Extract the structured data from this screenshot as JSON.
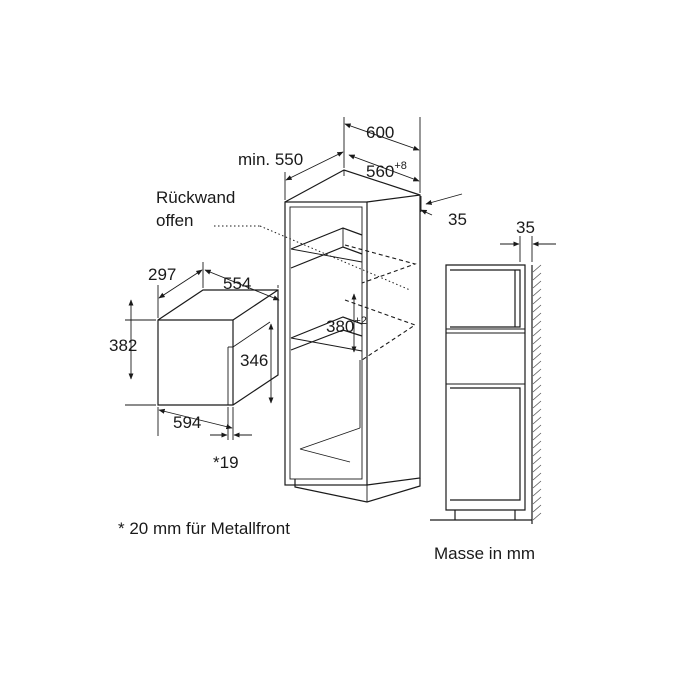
{
  "labels": {
    "depth_top": "600",
    "min_depth": "min. 550",
    "inner_depth": "560",
    "inner_depth_tol": "+8",
    "gap_right": "35",
    "rear_wall_line1": "Rückwand",
    "rear_wall_line2": "offen",
    "appliance_depth": "297",
    "appliance_inner": "554",
    "appliance_height": "382",
    "appliance_inner_height": "346",
    "appliance_width": "594",
    "front_thickness": "*19",
    "niche_height": "380",
    "niche_height_tol": "+2",
    "side_gap": "35",
    "footnote": "* 20 mm für Metallfront",
    "units": "Masse in mm"
  }
}
